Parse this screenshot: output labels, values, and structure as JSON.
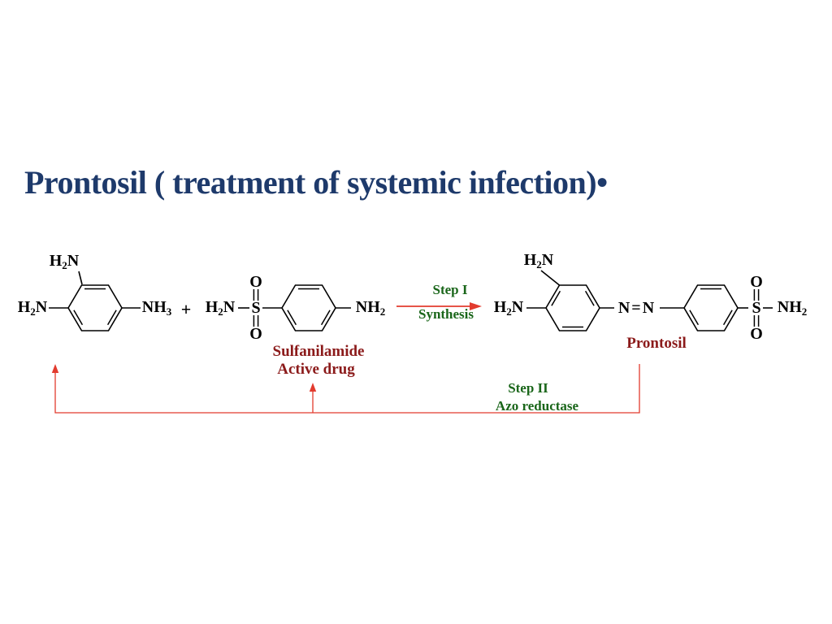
{
  "slide": {
    "title": "Prontosil ( treatment of systemic infection)•",
    "colors": {
      "title_blue": "#1e3a6b",
      "bond_black": "#000000",
      "name_red": "#8b1a1a",
      "step_green": "#1a661a",
      "arrow_red": "#e23b2e"
    }
  },
  "scheme": {
    "reactant_triaminobenzene": {
      "amine_top": "H~2~N",
      "amine_left": "H~2~N",
      "amine_right": "NH~3~"
    },
    "plus_sign": "+",
    "sulfanilamide": {
      "amine_left": "H~2~N",
      "sulfur": "S",
      "oxygen_top": "O",
      "oxygen_bottom": "O",
      "amine_right": "NH~2~",
      "name": "Sulfanilamide",
      "subtitle": "Active drug"
    },
    "step1": {
      "line1": "Step I",
      "line2": "Synthesis"
    },
    "prontosil": {
      "amine_top": "H~2~N",
      "amine_left": "H~2~N",
      "azo": "N=N",
      "sulfur": "S",
      "oxygen_top": "O",
      "oxygen_bottom": "O",
      "amine_right": "NH~2~",
      "name": "Prontosil"
    },
    "step2": {
      "line1": "Step II",
      "line2": "Azo reductase"
    }
  }
}
